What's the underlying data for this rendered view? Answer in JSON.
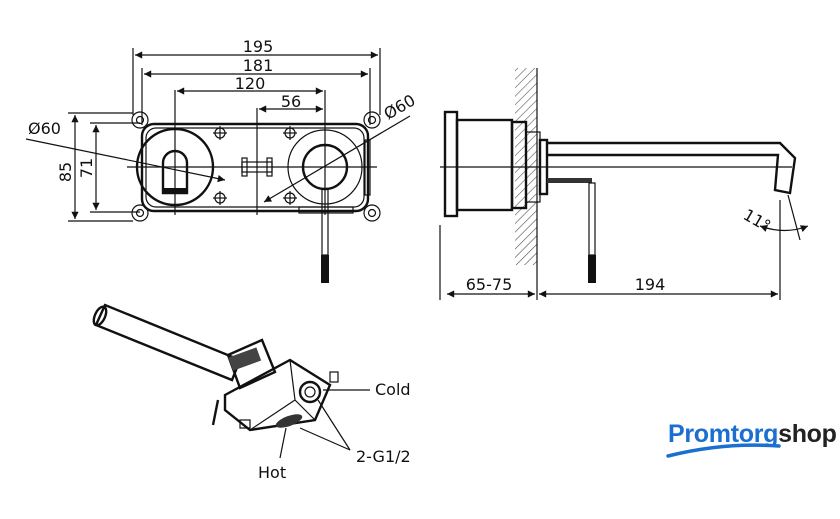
{
  "front_view": {
    "dim_195": "195",
    "dim_181": "181",
    "dim_120": "120",
    "dim_56": "56",
    "dim_85": "85",
    "dim_71": "71",
    "dia_left": "Ø60",
    "dia_right": "Ø60"
  },
  "side_view": {
    "dim_depth": "65-75",
    "dim_spout": "194",
    "angle": "11°"
  },
  "iso_view": {
    "cold": "Cold",
    "hot": "Hot",
    "thread": "2-G1/2"
  },
  "logo": {
    "part1": "Promtorg",
    "part2": "shop",
    "color_blue": "#1a6fd1"
  }
}
